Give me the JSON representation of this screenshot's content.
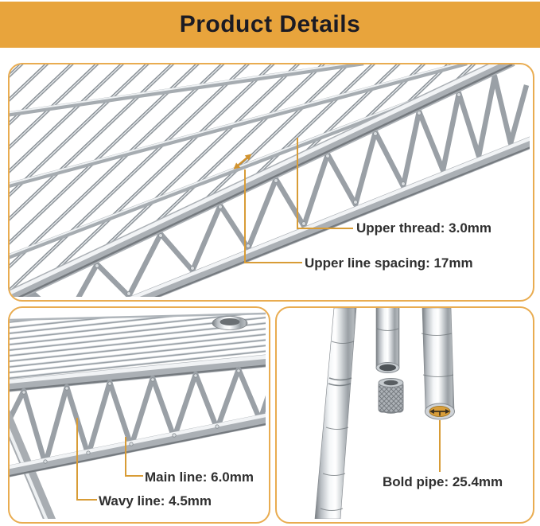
{
  "header": {
    "title": "Product Details"
  },
  "colors": {
    "band": "#E8A43C",
    "panel_border": "#E9AC50",
    "leader_line": "#D89C36",
    "title_text": "#1B1B24",
    "label_text": "#2F2F2F",
    "pipe_end_insert": "#D99E3A"
  },
  "panels": {
    "top": {
      "name": "shelf-grid-closeup",
      "callouts": [
        {
          "id": "upper_thread",
          "label": "Upper thread: 3.0mm",
          "part": "Upper thread",
          "value_mm": 3.0
        },
        {
          "id": "upper_line_spacing",
          "label": "Upper line spacing: 17mm",
          "part": "Upper line spacing",
          "value_mm": 17
        }
      ]
    },
    "bottom_left": {
      "name": "shelf-edge-closeup",
      "callouts": [
        {
          "id": "main_line",
          "label": "Main line: 6.0mm",
          "part": "Main line",
          "value_mm": 6.0
        },
        {
          "id": "wavy_line",
          "label": "Wavy line: 4.5mm",
          "part": "Wavy line",
          "value_mm": 4.5
        }
      ]
    },
    "bottom_right": {
      "name": "pole-closeup",
      "callouts": [
        {
          "id": "bold_pipe",
          "label": "Bold pipe: 25.4mm",
          "part": "Bold pipe",
          "value_mm": 25.4
        }
      ]
    }
  },
  "icons": {
    "spacing_arrow": "double-headed measurement arrow",
    "diameter_arrow": "double-headed diameter arrow in pipe end"
  }
}
